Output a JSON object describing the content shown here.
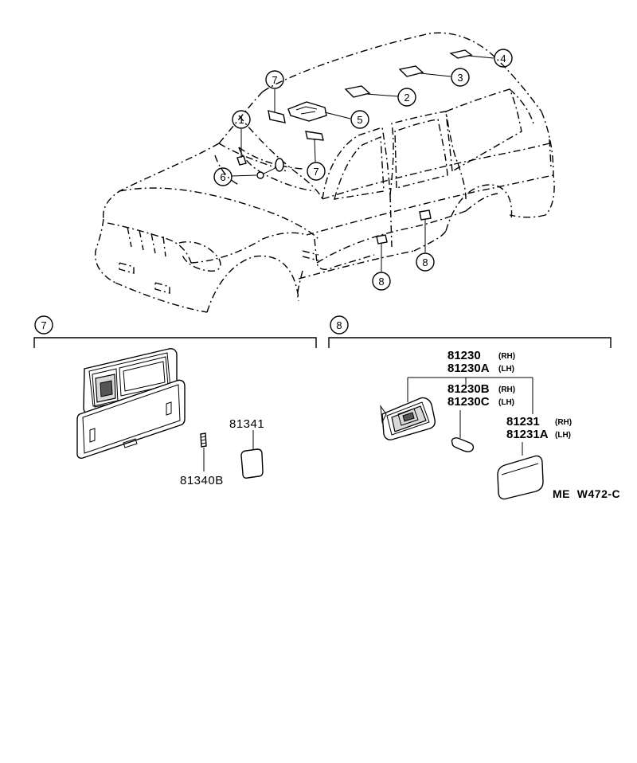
{
  "callouts": {
    "c1": "1",
    "c2": "2",
    "c3": "3",
    "c4": "4",
    "c5": "5",
    "c6": "6",
    "c7": "7",
    "c8": "8"
  },
  "section_7": {
    "marker": "7",
    "parts": {
      "p81341": "81341",
      "p81340B": "81340B"
    }
  },
  "section_8": {
    "marker": "8",
    "parts": {
      "p81230": "81230",
      "p81230_side": "(RH)",
      "p81230A": "81230A",
      "p81230A_side": "(LH)",
      "p81230B": "81230B",
      "p81230B_side": "(RH)",
      "p81230C": "81230C",
      "p81230C_side": "(LH)",
      "p81231": "81231",
      "p81231_side": "(RH)",
      "p81231A": "81231A",
      "p81231A_side": "(LH)"
    }
  },
  "diagram_code": "ME  W472-C"
}
